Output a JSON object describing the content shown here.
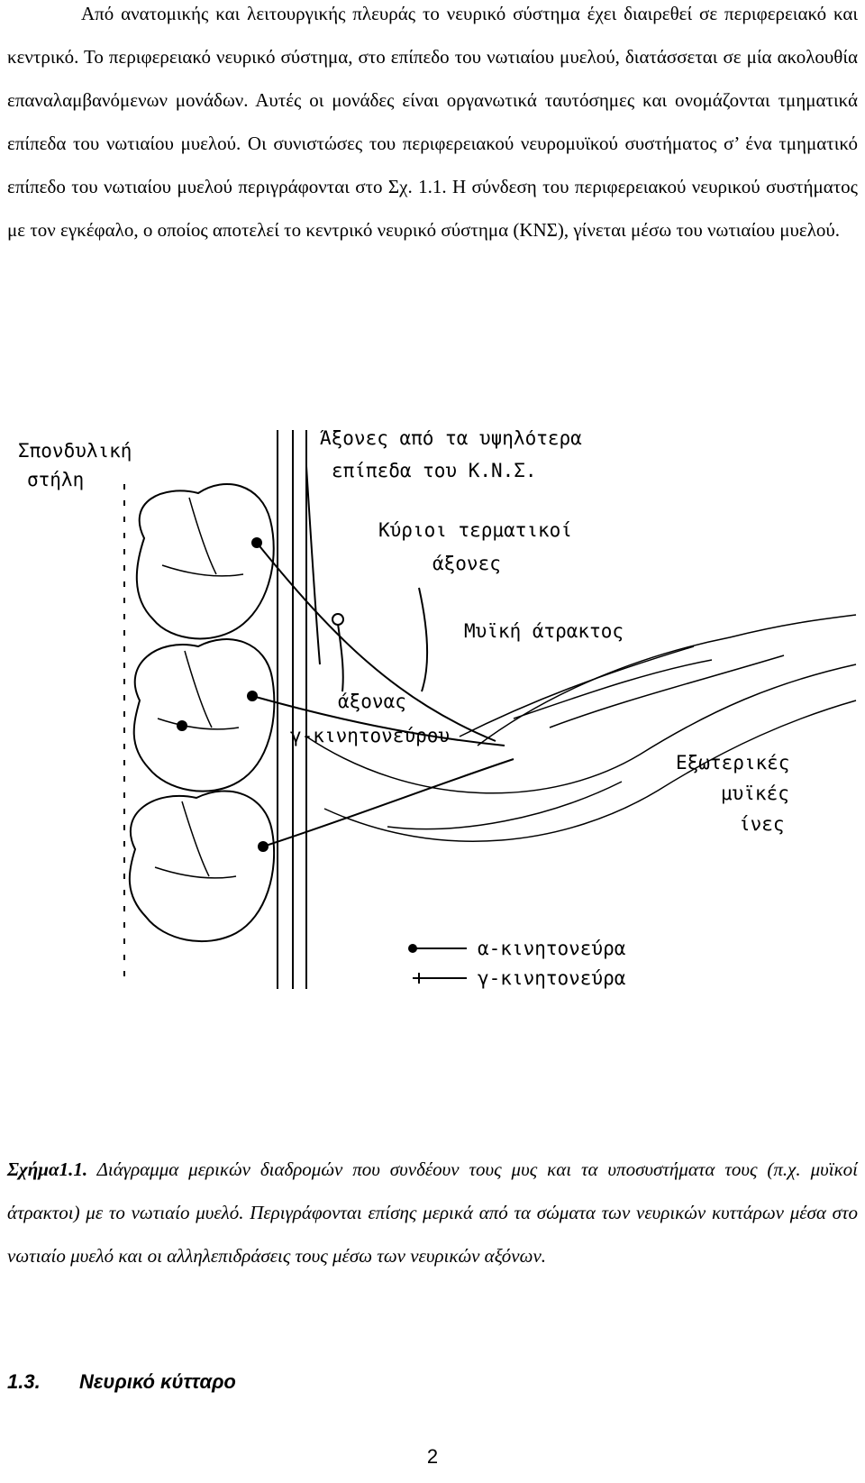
{
  "body_text": "Από ανατομικής και λειτουργικής πλευράς το νευρικό σύστημα έχει διαιρεθεί σε περιφερειακό και κεντρικό. Το περιφερειακό νευρικό σύστημα, στο επίπεδο του νωτιαίου μυελού, διατάσσεται σε μία ακολουθία επαναλαμβανόμενων μονάδων. Αυτές οι μονάδες είναι οργανωτικά ταυτόσημες και ονομάζονται τμηματικά επίπεδα του νωτιαίου μυελού. Οι συνιστώσες του περιφερειακού νευρομυϊκού συστήματος σ’ ένα τμηματικό επίπεδο του νωτιαίου μυελού περιγράφονται στο Σχ. 1.1. Η σύνδεση του περιφερειακού νευρικού συστήματος με τον εγκέφαλο, ο οποίος αποτελεί το κεντρικό νευρικό σύστημα (ΚΝΣ), γίνεται μέσω του νωτιαίου μυελού.",
  "figure": {
    "labels": {
      "spine_line1": "Σπονδυλική",
      "spine_line2": "στήλη",
      "axons_line1": "Άξονες από τα υψηλότερα",
      "axons_line2": "επίπεδα του Κ.Ν.Σ.",
      "primary_line1": "Κύριοι τερματικοί",
      "primary_line2": "άξονες",
      "spindle": "Μυϊκή άτρακτος",
      "gamma_axon_line1": "άξονας",
      "gamma_axon_line2": "γ-κινητονεύρου",
      "extrafusal_line1": "Εξωτερικές",
      "extrafusal_line2": "μυϊκές",
      "extrafusal_line3": "ίνες",
      "legend_alpha": "α-κινητονεύρα",
      "legend_gamma": "γ-κινητονεύρα"
    }
  },
  "caption": {
    "label": "Σχήμα1.1.",
    "text": "Διάγραμμα μερικών διαδρομών που συνδέουν τους μυς και τα υποσυστήματα τους (π.χ. μυϊκοί άτρακτοι) με το νωτιαίο μυελό. Περιγράφονται επίσης μερικά από τα σώματα των νευρικών κυττάρων μέσα στο νωτιαίο μυελό και οι αλληλεπιδράσεις τους μέσω των νευρικών αξόνων."
  },
  "section": {
    "number": "1.3.",
    "title": "Νευρικό κύτταρο"
  },
  "page_number": "2"
}
